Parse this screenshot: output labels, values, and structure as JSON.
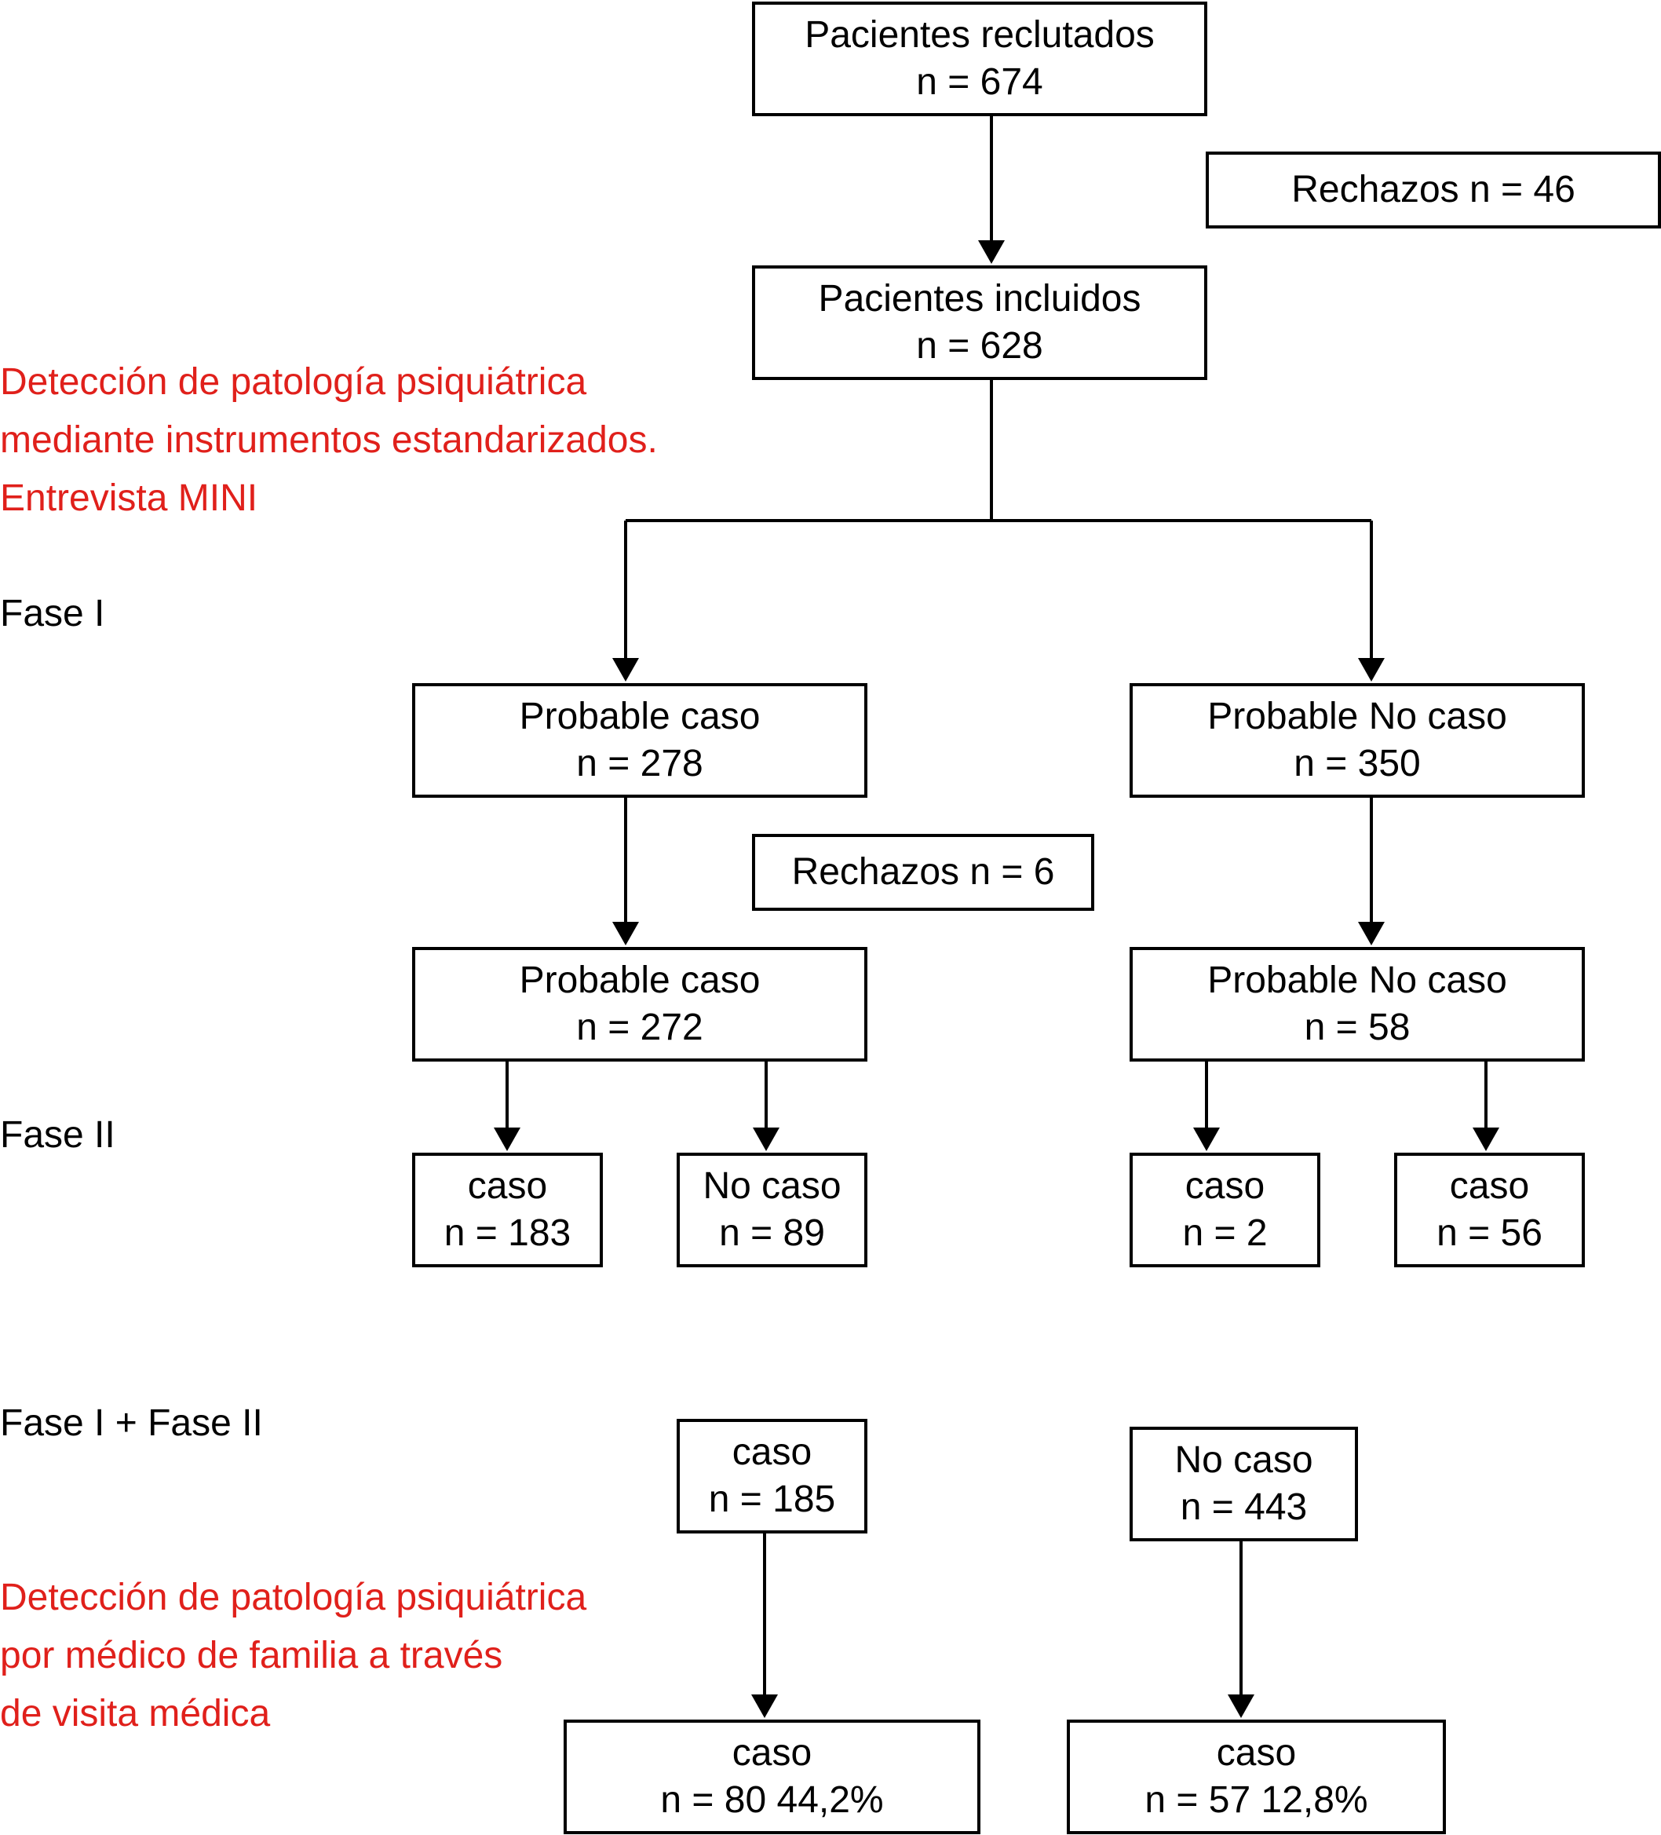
{
  "colors": {
    "box_border": "#000000",
    "text": "#000000",
    "note_text": "#e0201b",
    "background": "#ffffff"
  },
  "boxes": {
    "recruited": {
      "line1": "Pacientes reclutados",
      "line2": "n = 674"
    },
    "rejected_1": {
      "line1": "Rechazos n = 46"
    },
    "included": {
      "line1": "Pacientes incluidos",
      "line2": "n = 628"
    },
    "phase1_case": {
      "line1": "Probable caso",
      "line2": "n = 278"
    },
    "phase1_nocase": {
      "line1": "Probable No caso",
      "line2": "n = 350"
    },
    "rejected_2": {
      "line1": "Rechazos n = 6"
    },
    "phase2_case": {
      "line1": "Probable caso",
      "line2": "n = 272"
    },
    "phase2_nocase": {
      "line1": "Probable No caso",
      "line2": "n = 58"
    },
    "case_183": {
      "line1": "caso",
      "line2": "n = 183"
    },
    "nocase_89": {
      "line1": "No caso",
      "line2": "n = 89"
    },
    "case_2": {
      "line1": "caso",
      "line2": "n = 2"
    },
    "case_56": {
      "line1": "caso",
      "line2": "n = 56"
    },
    "total_case": {
      "line1": "caso",
      "line2": "n = 185"
    },
    "total_nocase": {
      "line1": "No caso",
      "line2": "n = 443"
    },
    "final_case": {
      "line1": "caso",
      "line2": "n = 80  44,2%"
    },
    "final_nocase": {
      "line1": "caso",
      "line2": "n = 57  12,8%"
    }
  },
  "notes": {
    "top": [
      "Detección de patología psiquiátrica",
      "mediante instrumentos estandarizados.",
      "Entrevista MINI"
    ],
    "bottom": [
      "Detección de patología psiquiátrica",
      "por médico de familia   a través",
      "de visita  médica"
    ]
  },
  "phases": {
    "phase1": "Fase I",
    "phase2": "Fase II",
    "phase12": "Fase I + Fase II"
  }
}
